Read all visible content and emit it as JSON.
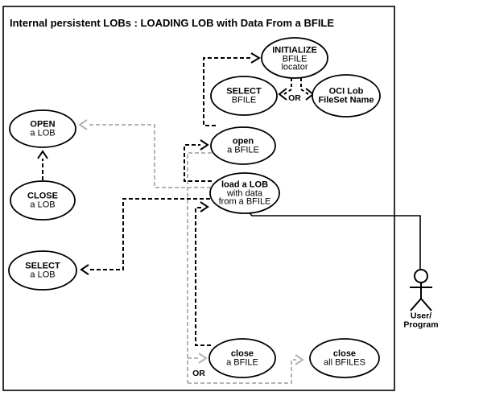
{
  "title": "Internal persistent LOBs : LOADING LOB with Data From a BFILE",
  "colors": {
    "primary_line": "#000000",
    "secondary_line": "#b4b4b4",
    "background": "#ffffff"
  },
  "nodes": {
    "initialize_bfile": {
      "lines": [
        "INITIALIZE",
        "BFILE",
        "locator"
      ]
    },
    "select_bfile": {
      "lines": [
        "SELECT",
        "BFILE"
      ]
    },
    "oci_lob": {
      "lines": [
        "OCI Lob",
        "FileSet Name"
      ]
    },
    "open_bfile": {
      "lines": [
        "open",
        "a BFILE"
      ]
    },
    "load_lob": {
      "lines": [
        "load a LOB",
        "with data",
        "from a BFILE"
      ]
    },
    "open_lob": {
      "lines": [
        "OPEN",
        "a LOB"
      ]
    },
    "close_lob": {
      "lines": [
        "CLOSE",
        "a LOB"
      ]
    },
    "select_lob": {
      "lines": [
        "SELECT",
        "a LOB"
      ]
    },
    "close_bfile": {
      "lines": [
        "close",
        "a BFILE"
      ]
    },
    "close_all_bfiles": {
      "lines": [
        "close",
        "all BFILES"
      ]
    }
  },
  "labels": {
    "or_top": "OR",
    "or_bottom": "OR",
    "actor": [
      "User/",
      "Program"
    ]
  },
  "edges": [
    {
      "from": "open a BFILE",
      "to": "INITIALIZE BFILE locator",
      "style": "dashed-black"
    },
    {
      "from": "INITIALIZE BFILE locator",
      "to": "SELECT BFILE",
      "style": "dashed-black",
      "label": "OR"
    },
    {
      "from": "INITIALIZE BFILE locator",
      "to": "OCI Lob FileSet Name",
      "style": "dashed-black",
      "label": "OR"
    },
    {
      "from": "load a LOB with data from a BFILE",
      "to": "open a BFILE",
      "style": "dashed-black"
    },
    {
      "from": "load a LOB with data from a BFILE",
      "to": "SELECT a LOB",
      "style": "dashed-black"
    },
    {
      "from": "CLOSE a LOB",
      "to": "OPEN a LOB",
      "style": "dashed-black"
    },
    {
      "from": "close a BFILE",
      "to": "load a LOB with data from a BFILE",
      "style": "dashed-black"
    },
    {
      "from": "load a LOB with data from a BFILE",
      "to": "OPEN a LOB",
      "style": "dashed-gray"
    },
    {
      "from": "open a BFILE",
      "to": "close a BFILE",
      "style": "dashed-gray",
      "label": "OR"
    },
    {
      "from": "open a BFILE",
      "to": "close all BFILES",
      "style": "dashed-gray",
      "label": "OR"
    },
    {
      "from": "User/Program",
      "to": "load a LOB with data from a BFILE",
      "style": "solid"
    }
  ]
}
